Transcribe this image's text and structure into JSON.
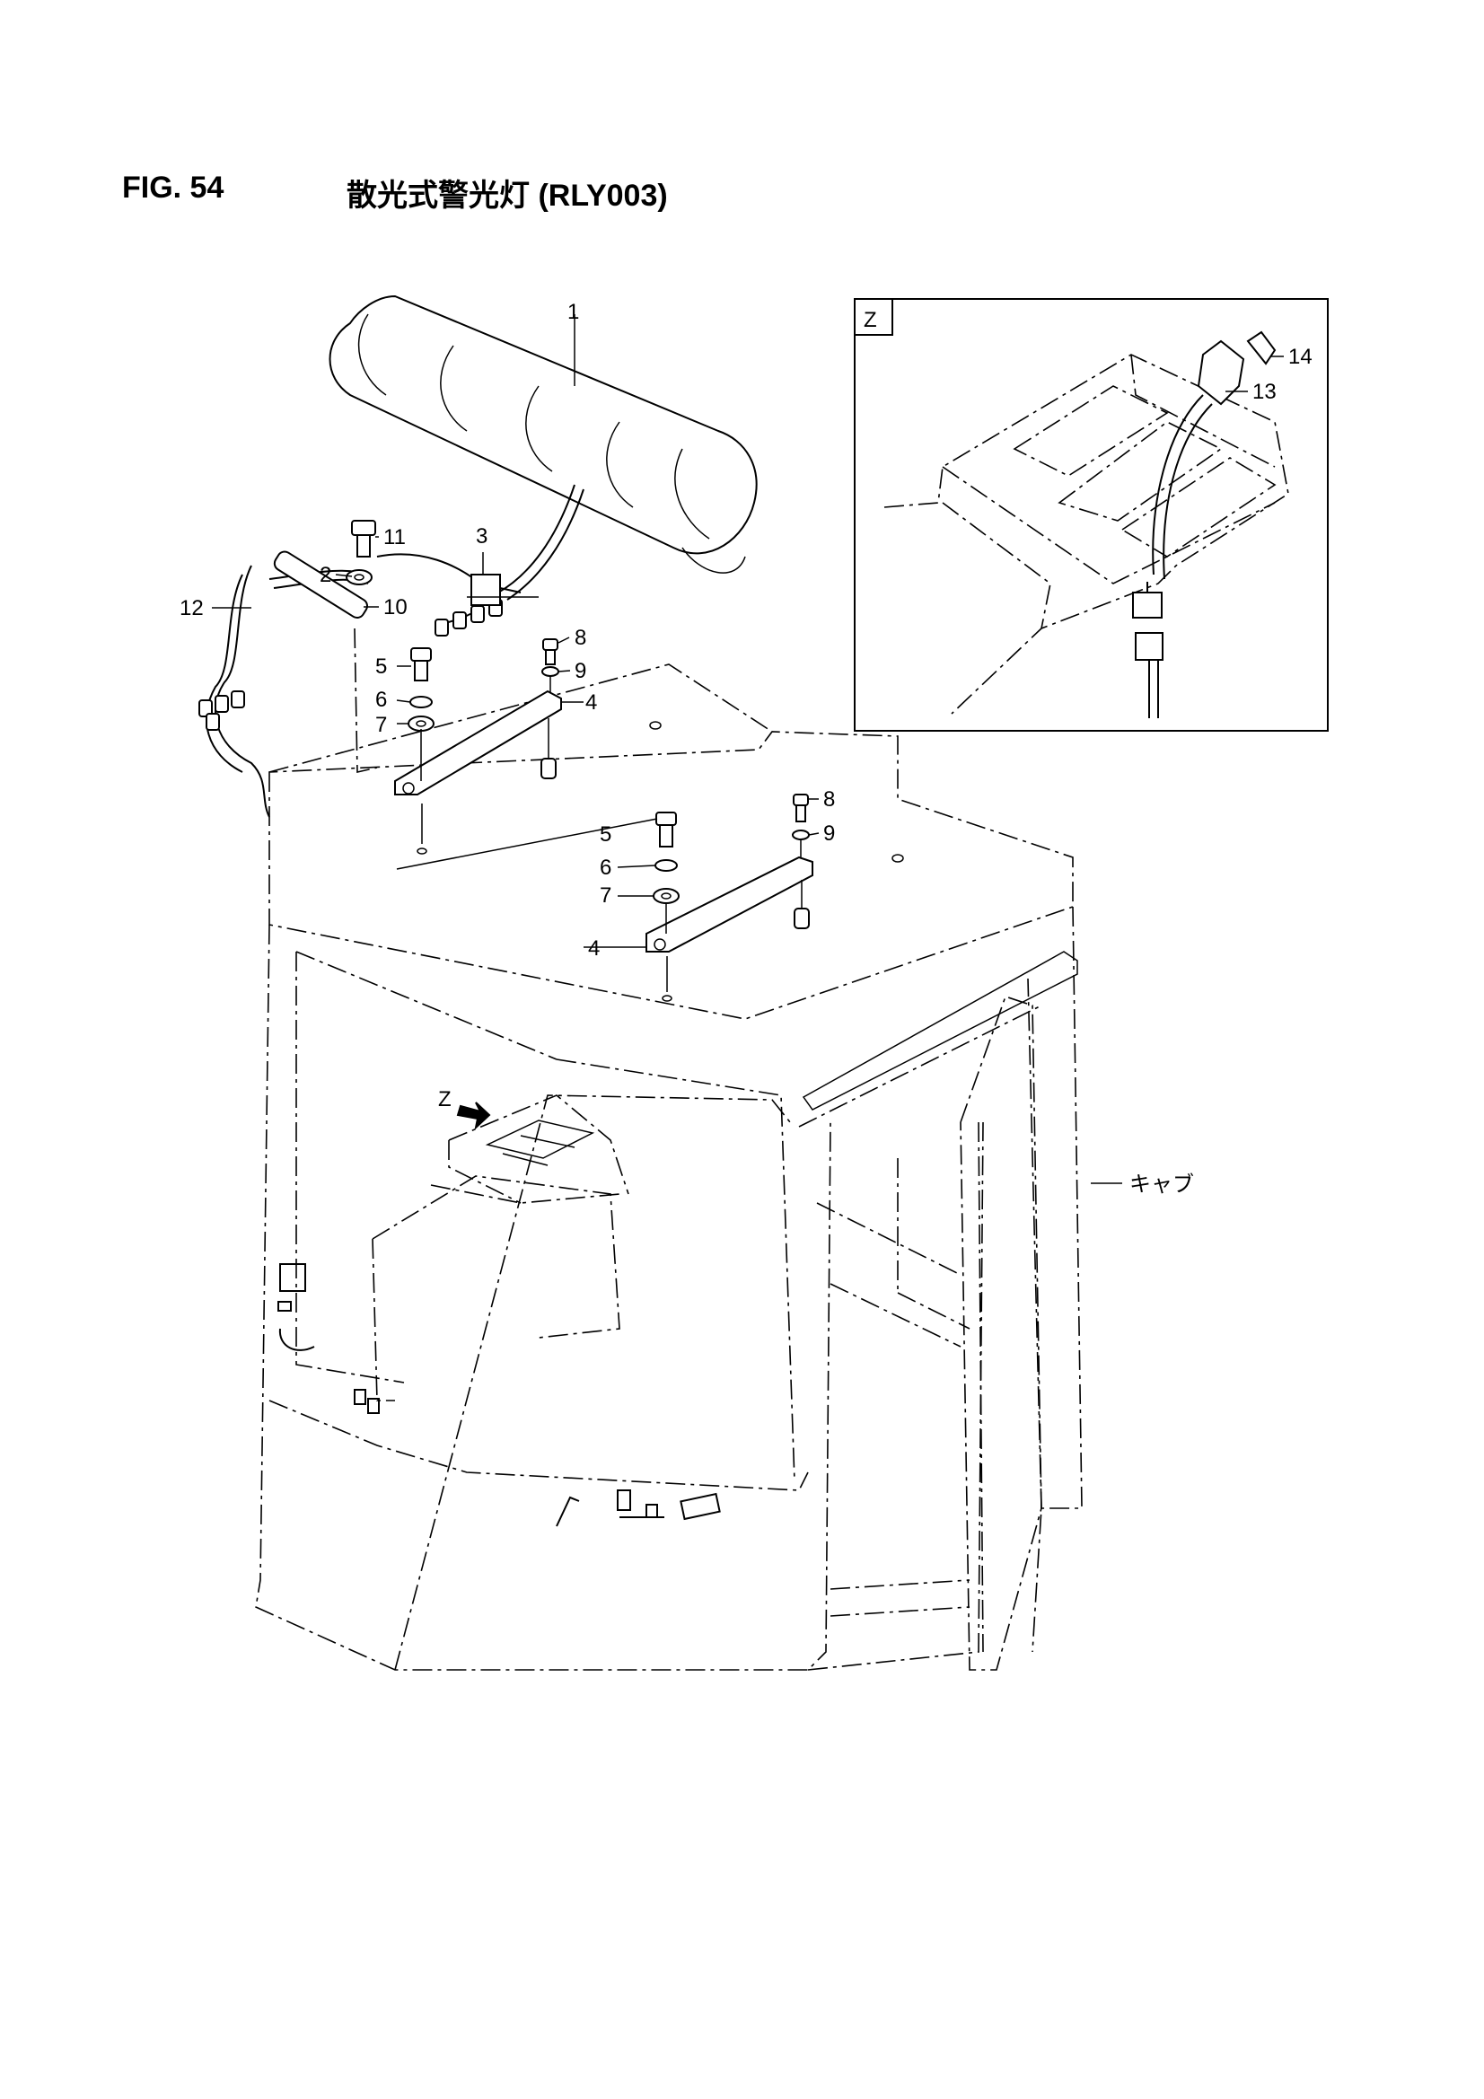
{
  "header": {
    "fig_number": "FIG. 54",
    "title": "散光式警光灯 (RLY003)"
  },
  "detail_view": {
    "label": "Z"
  },
  "view_arrow": {
    "label": "Z"
  },
  "callouts": {
    "c1": "1",
    "c2": "2",
    "c3": "3",
    "c4a": "4",
    "c4b": "4",
    "c5a": "5",
    "c5b": "5",
    "c6a": "6",
    "c6b": "6",
    "c7a": "7",
    "c7b": "7",
    "c8a": "8",
    "c8b": "8",
    "c9a": "9",
    "c9b": "9",
    "c10": "10",
    "c11": "11",
    "c12": "12",
    "c13": "13",
    "c14": "14",
    "cab": "キャブ"
  }
}
